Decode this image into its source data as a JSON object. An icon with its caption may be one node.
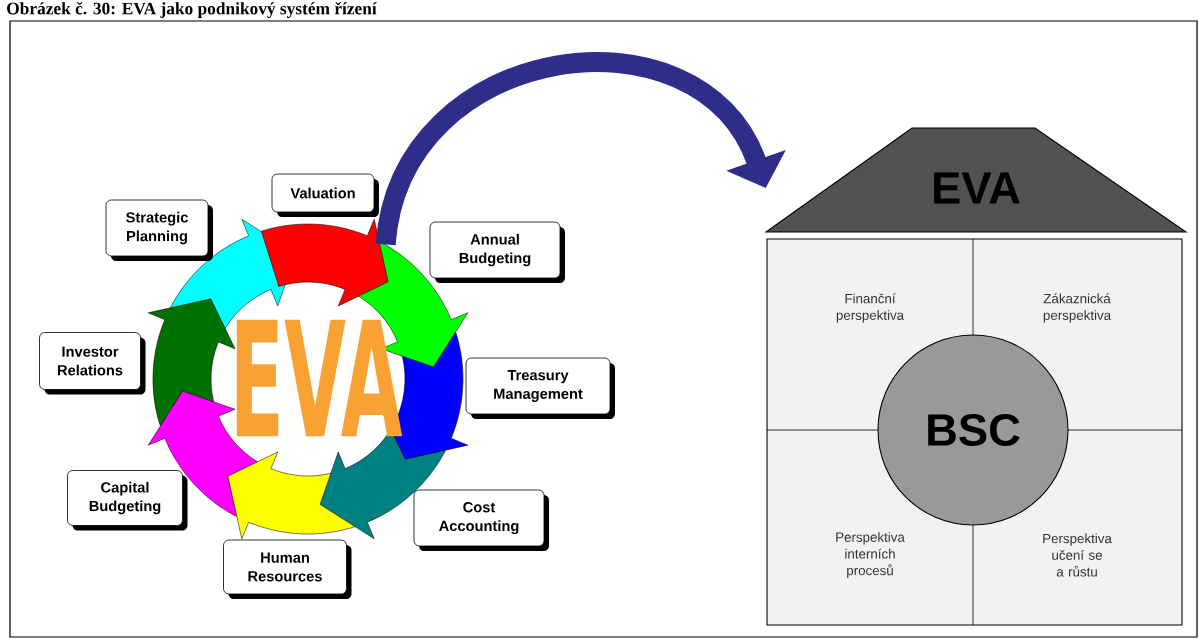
{
  "diagram": {
    "title": "Obrázek č. 30: EVA jako podnikový systém řízení",
    "nodes": [
      {
        "text": [],
        "shape": "circle"
      },
      {
        "text": [
          "EVA"
        ],
        "in": 0
      },
      {
        "text": [
          "Valuation"
        ]
      },
      {
        "text": [
          "Annual Budgeting"
        ]
      },
      {
        "text": [
          "Treasury Management"
        ]
      },
      {
        "text": [
          "Cost Accounting"
        ]
      },
      {
        "text": [
          "Human Resources"
        ]
      },
      {
        "text": [
          "Capital Budgeting"
        ]
      },
      {
        "text": [
          "Investor Relations"
        ]
      },
      {
        "text": [
          "Strategic Planning"
        ]
      },
      {
        "text": [
          "EVA"
        ]
      },
      {
        "text": [],
        "shape": "box"
      },
      {
        "text": [
          "Finanční perspektiva"
        ],
        "in": 11
      },
      {
        "text": [
          "Zákaznická perspektiva"
        ],
        "in": 11
      },
      {
        "text": [
          "Perspektiva interních procesů"
        ],
        "in": 11
      },
      {
        "text": [
          "Perspektiva učení se a růstu"
        ],
        "in": 11
      },
      {
        "text": [
          "BSC"
        ],
        "in": 11
      }
    ],
    "edges": [
      {
        "from": 0,
        "to": 10,
        "arrow": "to"
      }
    ]
  }
}
